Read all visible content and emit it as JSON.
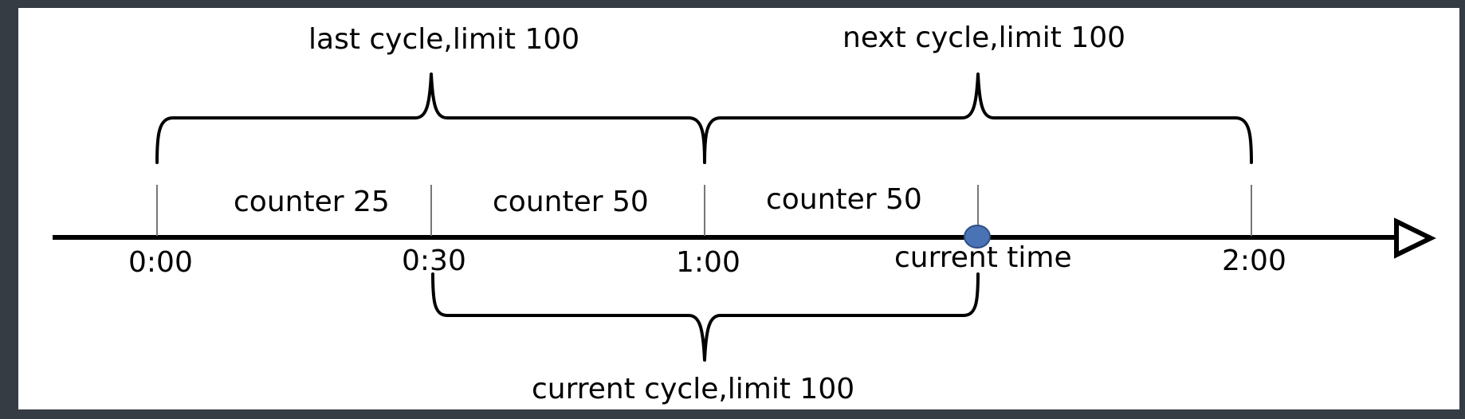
{
  "colors": {
    "frame": "#353c44",
    "panel": "#ffffff",
    "ink": "#000000",
    "tick": "#777777",
    "marker": "#4a73b5",
    "marker_stroke": "#2e4f86"
  },
  "timeline": {
    "ticks": [
      "0:00",
      "0:30",
      "1:00",
      "2:00"
    ],
    "current_time_label": "current time"
  },
  "segments": {
    "first": "counter 25",
    "second": "counter 50",
    "third": "counter 50"
  },
  "cycles": {
    "last": "last cycle,limit 100",
    "next": "next cycle,limit 100",
    "current": "current cycle,limit 100"
  }
}
